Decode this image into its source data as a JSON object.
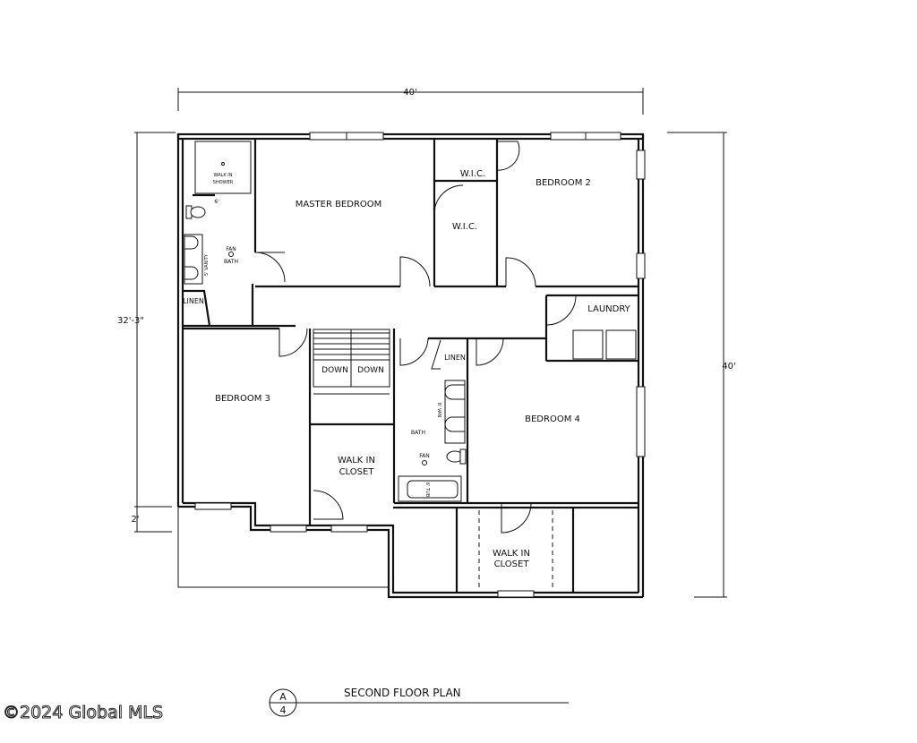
{
  "dimensions": {
    "top_width": "40'",
    "left_height": "32'-3\"",
    "right_height": "40'",
    "offset": "2'",
    "shower_width": "6'"
  },
  "rooms": {
    "master_bedroom": "MASTER BEDROOM",
    "bedroom_2": "BEDROOM 2",
    "bedroom_3": "BEDROOM 3",
    "bedroom_4": "BEDROOM 4",
    "wic": "W.I.C.",
    "laundry": "LAUNDRY",
    "linen": "LINEN",
    "bath": "BATH",
    "fan": "FAN",
    "down": "DOWN",
    "walk_in": "WALK IN",
    "closet": "CLOSET",
    "walk_in_shower_1": "WALK IN",
    "walk_in_shower_2": "SHOWER",
    "vanity_5": "5' VANITY",
    "vanity_6": "6' VAN",
    "tub": "6' TUB"
  },
  "title_block": {
    "title": "SECOND FLOOR PLAN",
    "detail_number": "A",
    "sheet_number": "4"
  },
  "watermark": "©2024 Global MLS"
}
